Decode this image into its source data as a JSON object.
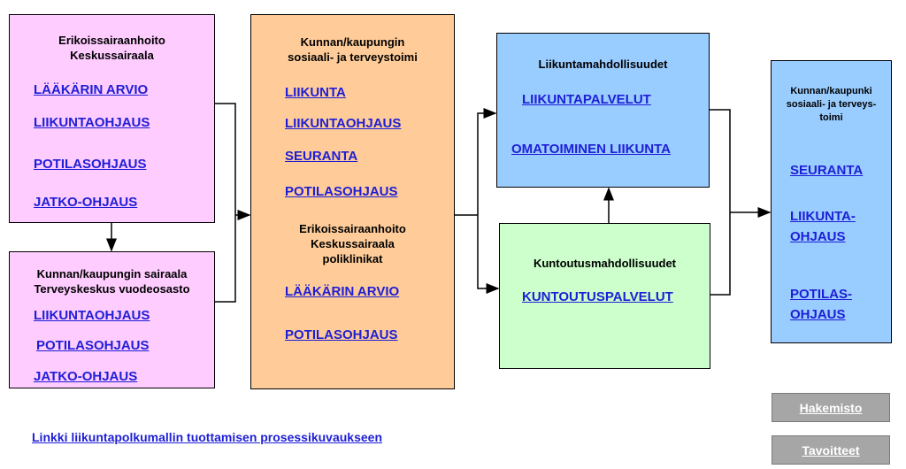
{
  "box1": {
    "title": "Erikoissairaanhoito\nKeskussairaala",
    "links": [
      "LÄÄKÄRIN ARVIO",
      "LIIKUNTAOHJAUS",
      "POTILASOHJAUS",
      "JATKO-OHJAUS"
    ]
  },
  "box2": {
    "title": "Kunnan/kaupungin sairaala\nTerveyskeskus vuodeosasto",
    "links": [
      "LIIKUNTAOHJAUS",
      "POTILASOHJAUS",
      "JATKO-OHJAUS"
    ]
  },
  "box3": {
    "title": "Kunnan/kaupungin\nsosiaali- ja terveystoimi",
    "links": [
      "LIIKUNTA",
      "LIIKUNTAOHJAUS",
      "SEURANTA",
      "POTILASOHJAUS"
    ],
    "subtitle": "Erikoissairaanhoito\nKeskussairaala\npoliklinikat",
    "sublinks": [
      "LÄÄKÄRIN ARVIO",
      "POTILASOHJAUS"
    ]
  },
  "box4": {
    "title": "Liikuntamahdollisuudet",
    "links": [
      "LIIKUNTAPALVELUT",
      "OMATOIMINEN LIIKUNTA"
    ]
  },
  "box5": {
    "title": "Kuntoutusmahdollisuudet",
    "links": [
      "KUNTOUTUSPALVELUT"
    ]
  },
  "box6": {
    "title": "Kunnan/kaupunki\nsosiaali- ja terveys-\ntoimi",
    "links": [
      "SEURANTA",
      "LIIKUNTA-\nOHJAUS",
      "POTILAS-\nOHJAUS"
    ]
  },
  "footer_link": "Linkki liikuntapolkumallin tuottamisen prosessikuvaukseen",
  "nav": {
    "directory": "Hakemisto",
    "goals": "Tavoitteet"
  },
  "colors": {
    "box1": "#ffccff",
    "box2": "#ffccff",
    "box3": "#ffcc99",
    "box4": "#99ccff",
    "box5": "#ccffcc",
    "box6": "#99ccff",
    "link": "#1e1ed6",
    "nav_button": "#a6a6a6"
  }
}
